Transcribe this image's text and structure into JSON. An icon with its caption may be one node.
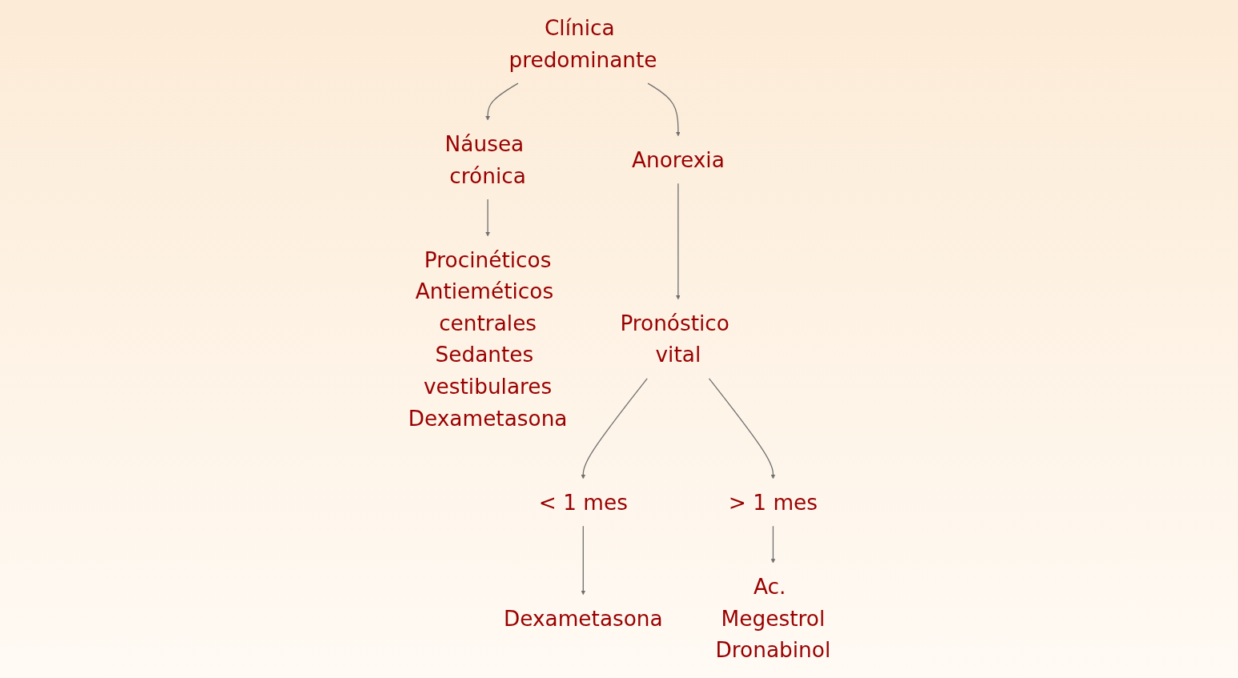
{
  "diagram": {
    "nodes": [
      {
        "text": [
          "Clínica predominante"
        ]
      },
      {
        "text": [
          "Náusea crónica"
        ]
      },
      {
        "text": [
          "Anorexia"
        ]
      },
      {
        "text": [
          "Procinéticos",
          "Antieméticos centrales",
          "Sedantes vestibulares",
          "Dexametasona"
        ]
      },
      {
        "text": [
          "Pronóstico vital"
        ]
      },
      {
        "text": [
          "< 1 mes"
        ]
      },
      {
        "text": [
          "> 1 mes"
        ]
      },
      {
        "text": [
          "Dexametasona"
        ]
      },
      {
        "text": [
          "Ac. Megestrol",
          "Dronabinol"
        ]
      }
    ],
    "edges": [
      {
        "from": 0,
        "to": 1,
        "arrow": "to"
      },
      {
        "from": 0,
        "to": 2,
        "arrow": "to"
      },
      {
        "from": 1,
        "to": 3,
        "arrow": "to"
      },
      {
        "from": 2,
        "to": 4,
        "arrow": "to"
      },
      {
        "from": 4,
        "to": 5,
        "arrow": "to"
      },
      {
        "from": 4,
        "to": 6,
        "arrow": "to"
      },
      {
        "from": 5,
        "to": 7,
        "arrow": "to"
      },
      {
        "from": 6,
        "to": 8,
        "arrow": "to"
      }
    ]
  }
}
